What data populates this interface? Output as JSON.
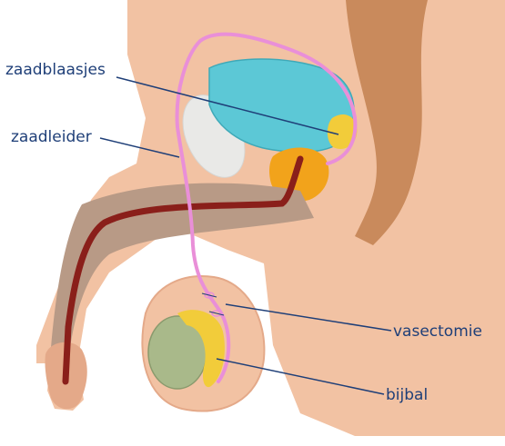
{
  "labels": {
    "seminal_vesicles": "zaadblaasjes",
    "vas_deferens": "zaadleider",
    "vasectomy": "vasectomie",
    "epididymis": "bijbal"
  },
  "colors": {
    "skin": "#f2c2a3",
    "skin_shadow": "#e4a989",
    "back": "#c98a5c",
    "bladder": "#5cc8d6",
    "prostate": "#f2a31b",
    "vesicle": "#f2cc3a",
    "duct": "#e98fd8",
    "urethra": "#8a1f1a",
    "penis_shaft": "#b89a86",
    "testis": "#a9b98a",
    "bone": "#e9e9e7",
    "leader_line": "#1f3f78"
  }
}
